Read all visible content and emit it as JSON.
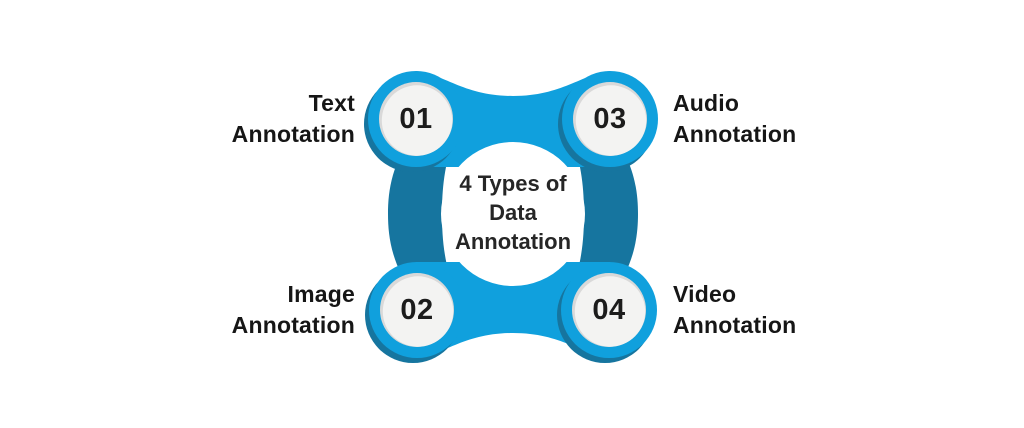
{
  "diagram": {
    "center_title": {
      "line1": "4 Types of",
      "line2": "Data",
      "line3": "Annotation"
    },
    "nodes": [
      {
        "number": "01",
        "label_line1": "Text",
        "label_line2": "Annotation",
        "position": "top-left"
      },
      {
        "number": "02",
        "label_line1": "Image",
        "label_line2": "Annotation",
        "position": "bottom-left"
      },
      {
        "number": "03",
        "label_line1": "Audio",
        "label_line2": "Annotation",
        "position": "top-right"
      },
      {
        "number": "04",
        "label_line1": "Video",
        "label_line2": "Annotation",
        "position": "bottom-right"
      }
    ],
    "colors": {
      "primary_blue": "#10A0DD",
      "dark_teal": "#16759F",
      "node_ring_gray": "#D9D9D9",
      "node_inner_fill": "#F3F3F2",
      "center_fill": "#FFFFFF",
      "text": "#1C1C1C"
    }
  }
}
